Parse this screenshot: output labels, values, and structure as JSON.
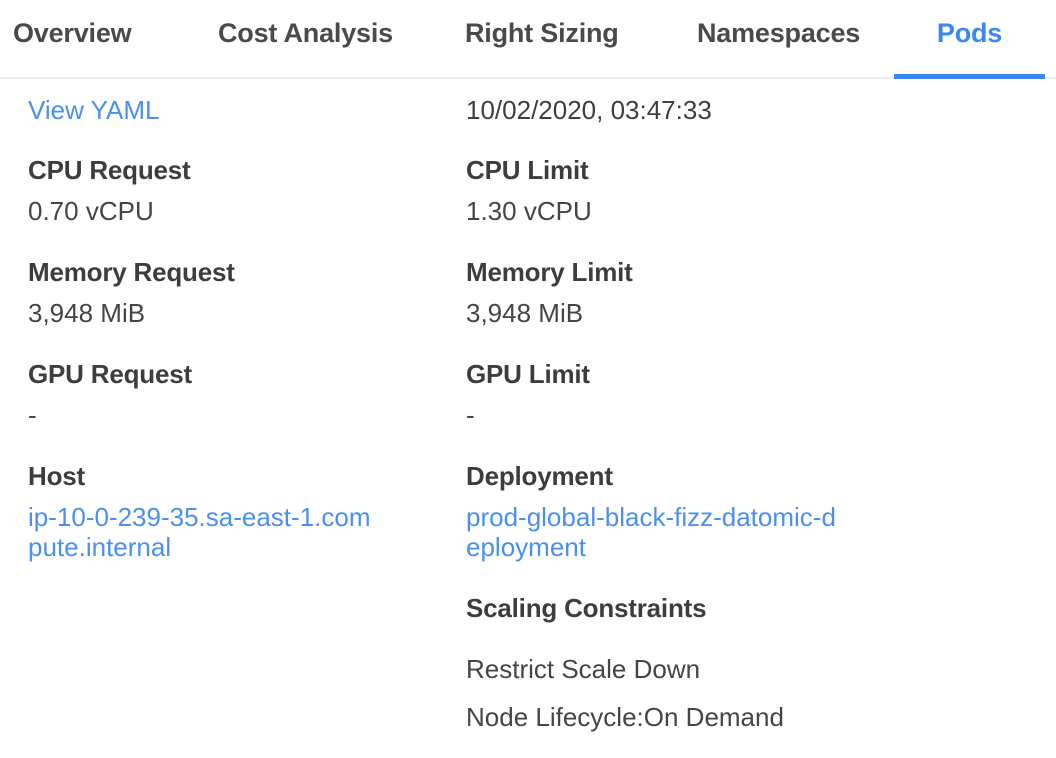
{
  "tabs": [
    {
      "label": "Overview",
      "active": false
    },
    {
      "label": "Cost Analysis",
      "active": false
    },
    {
      "label": "Right Sizing",
      "active": false
    },
    {
      "label": "Namespaces",
      "active": false
    },
    {
      "label": "Pods",
      "active": true
    }
  ],
  "colors": {
    "accent": "#3d87f5",
    "link": "#4a90f2"
  },
  "details": {
    "view_yaml": "View YAML",
    "timestamp": "10/02/2020, 03:47:33",
    "left": [
      {
        "label": "CPU Request",
        "value": "0.70 vCPU"
      },
      {
        "label": "Memory Request",
        "value": "3,948 MiB"
      },
      {
        "label": "GPU Request",
        "value": "-"
      },
      {
        "label": "Host",
        "value": "ip-10-0-239-35.sa-east-1.compute.internal"
      }
    ],
    "right": [
      {
        "label": "CPU Limit",
        "value": "1.30 vCPU"
      },
      {
        "label": "Memory Limit",
        "value": "3,948 MiB"
      },
      {
        "label": "GPU Limit",
        "value": "-"
      },
      {
        "label": "Deployment",
        "value": "prod-global-black-fizz-datomic-deployment"
      }
    ],
    "scaling": {
      "label": "Scaling Constraints",
      "items": [
        "Restrict Scale Down",
        "Node Lifecycle:On Demand"
      ]
    }
  }
}
